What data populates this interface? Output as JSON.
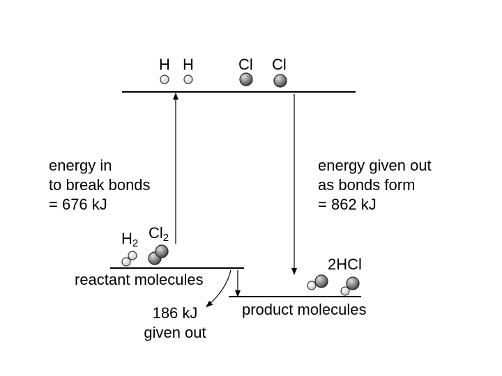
{
  "top_atoms": {
    "h1": "H",
    "h2": "H",
    "cl1": "Cl",
    "cl2": "Cl"
  },
  "energy_in": {
    "line1": "energy in",
    "line2": "to break bonds",
    "line3": "= 676 kJ"
  },
  "energy_out": {
    "line1": "energy given out",
    "line2": "as bonds form",
    "line3": "= 862 kJ"
  },
  "reactants": {
    "h2_symbol": "H",
    "h2_subscript": "2",
    "cl2_symbol": "Cl",
    "cl2_subscript": "2",
    "level_label": "reactant molecules"
  },
  "products": {
    "formula": "2HCl",
    "level_label": "product molecules"
  },
  "net_energy": {
    "line1": "186 kJ",
    "line2": "given out"
  }
}
